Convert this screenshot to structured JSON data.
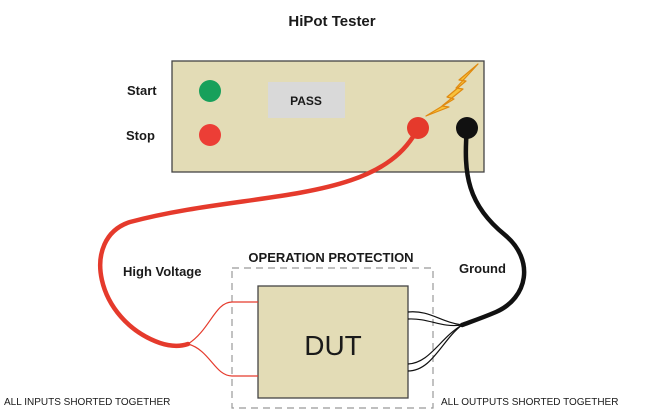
{
  "title": "HiPot Tester",
  "tester": {
    "start_label": "Start",
    "stop_label": "Stop",
    "status_text": "PASS"
  },
  "cables": {
    "high_voltage_label": "High Voltage",
    "ground_label": "Ground"
  },
  "protection": {
    "label": "OPERATION PROTECTION"
  },
  "dut": {
    "label": "DUT"
  },
  "notes": {
    "inputs": "ALL INPUTS SHORTED TOGETHER",
    "outputs": "ALL OUTPUTS SHORTED TOGETHER"
  },
  "colors": {
    "panel": "#e3dcb6",
    "status_box": "#d9d9d9",
    "start_button": "#17a05b",
    "stop_button": "#ec3e36",
    "high_voltage_lead": "#e53a2c",
    "ground_lead": "#111111",
    "lightning": "#f4b019"
  }
}
